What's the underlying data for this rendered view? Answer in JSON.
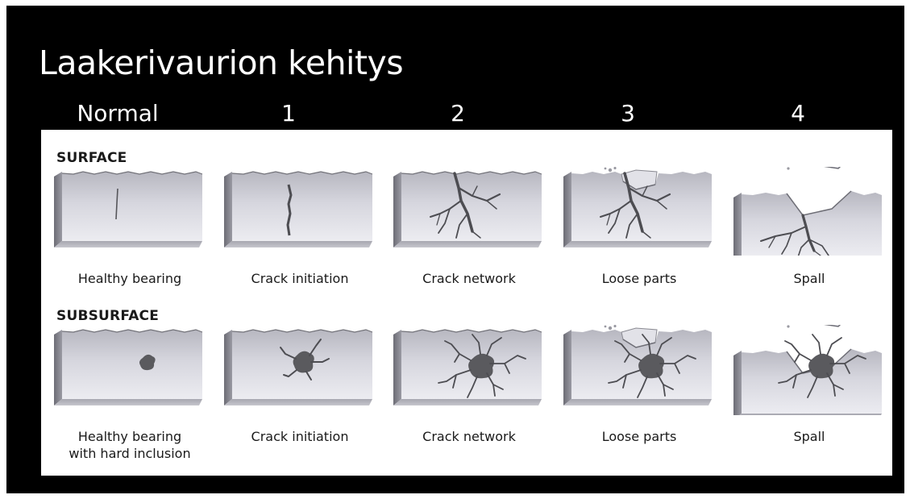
{
  "title": "Laakerivaurion kehitys",
  "stages": [
    "Normal",
    "1",
    "2",
    "3",
    "4"
  ],
  "sections": [
    {
      "label": "SURFACE",
      "captions": [
        "Healthy bearing",
        "Crack initiation",
        "Crack network",
        "Loose parts",
        "Spall"
      ]
    },
    {
      "label": "SUBSURFACE",
      "captions": [
        "Healthy bearing",
        "Crack initiation",
        "Crack network",
        "Loose parts",
        "Spall"
      ],
      "first_caption_line2": "with hard inclusion"
    }
  ],
  "colors": {
    "background": "#000000",
    "panel": "#ffffff",
    "block_face": "#d3d3da",
    "crack": "#4d4d52",
    "inclusion": "#5a5a5e"
  },
  "icons": [
    "bearing-block-illustration",
    "crack-illustration",
    "inclusion-illustration",
    "spall-fragment-illustration"
  ]
}
